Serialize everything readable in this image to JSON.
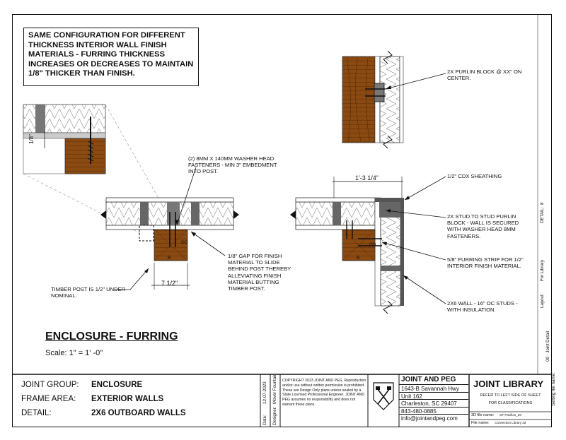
{
  "note": "SAME CONFIGURATION FOR DIFFERENT THICKNESS INTERIOR WALL FINISH MATERIALS - FURRING THICKNESS INCREASES OR DECREASES TO MAINTAIN 1/8\" THICKER THAN FINISH.",
  "labels": {
    "fasteners": "(2) 8MM X 140MM WASHER HEAD FASTENERS - MIN 3\" EMBEDMENT INTO POST.",
    "gap": "1/8\" GAP FOR FINISH MATERIAL TO SLIDE BEHIND POST THEREBY ALLEVIATING FINISH MATERIAL BUTTING TIMBER POST.",
    "timber_post": "TIMBER POST IS 1/2\" UNDER NOMINAL.",
    "purlin_block": "2X PURLIN BLOCK @ XX\" ON CENTER.",
    "cdx": "1/2\" CDX SHEATHING",
    "stud_purlin": "2X STUD TO STUD PURLIN BLOCK - WALL IS SECURED WITH WASHER HEAD 8MM FASTENERS.",
    "furring": "5/8\" FURRING STRIP FOR 1/2\" INTERIOR FINISH MATERIAL.",
    "wall": "2X6 WALL - 16\" OC STUDS - WITH INSULATION."
  },
  "dims": {
    "detail_gap": "1/8\"",
    "post_width": "7 1/2\"",
    "wall_depth": "1'-3 1/4\"",
    "post_mark_left": "8",
    "post_mark_right": "8",
    "small_mark": "oo"
  },
  "title": "ENCLOSURE - FURRING",
  "scale": "Scale:  1\" = 1' -0\"",
  "title_block": {
    "joint_group_label": "JOINT GROUP:",
    "joint_group": "ENCLOSURE",
    "frame_area_label": "FRAME AREA:",
    "frame_area": "EXTERIOR WALLS",
    "detail_label": "DETAIL:",
    "detail": "2X6 OUTBOARD WALLS",
    "date_label": "Date:",
    "date": "12-07-2023",
    "designer_label": "Designer:",
    "designer": "Mover Fountain",
    "copyright": "COPYRIGHT 2023  JOINT AND PEG. Reproduction and/or use without written permission is prohibited.  These are Design Only plans unless sealed by a State Licensed Professional Engineer.  JOINT AND PEG assumes no responsibility and does not warrant these plans.",
    "company": "JOINT AND PEG",
    "address1": "1643-B Savannah Hwy",
    "address2": "Unit 162",
    "city": "Charleston, SC 29407",
    "phone": "843-480-0885",
    "email": "info@jointandpeg.com",
    "library": "JOINT LIBRARY",
    "library_note1": "REFER TO LEFT SIDE OF SHEET",
    "library_note2": "FOR CLASSIFICATIONS",
    "file3d_label": "3D file name:",
    "file3d": "GF Pavilion_29",
    "file_label": "File  name:",
    "file": "Connection Library 2d",
    "side_detail": "DETAIL:",
    "side_detail_num": "8",
    "side_layout": "Layout:",
    "side_layout_val": "For Library",
    "side_joint": "00 - Joint Detail",
    "side_setting": "Setting file name:"
  },
  "colors": {
    "timber": "#8a4a12",
    "wood_dark": "#5a2e08",
    "insulation": "#ffffff",
    "sheathing": "#555555"
  }
}
